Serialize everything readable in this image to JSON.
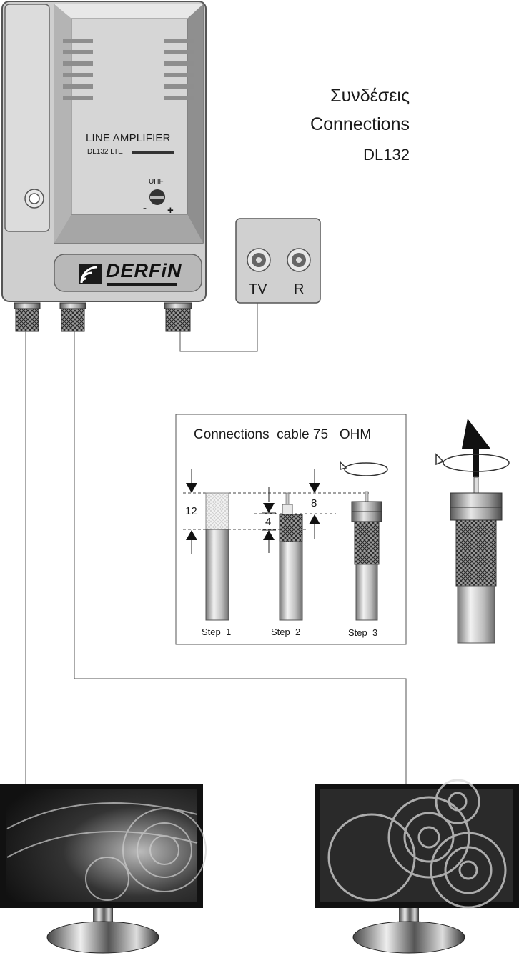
{
  "title": {
    "greek": "Συνδέσεις",
    "english": "Connections",
    "model": "DL132"
  },
  "amplifier": {
    "label": "LINE AMPLIFIER",
    "model": "DL132 LTE",
    "control_label": "UHF",
    "minus": "-",
    "plus": "+",
    "brand": "DERFiN",
    "brand_icon": "wifi-signal-logo"
  },
  "wall_socket": {
    "outputs": [
      "TV",
      "R"
    ]
  },
  "cable_instructions": {
    "title": "Connections  cable 75   OHM",
    "dimensions": [
      "12",
      "4",
      "8"
    ],
    "steps": [
      "Step  1",
      "Step  2",
      "Step  3"
    ],
    "icons": [
      "rotate-arrow-icon",
      "up-arrow-icon"
    ]
  },
  "colors": {
    "housing": "#cfcfcf",
    "housing_dark": "#9a9a9a",
    "line": "#555555"
  }
}
